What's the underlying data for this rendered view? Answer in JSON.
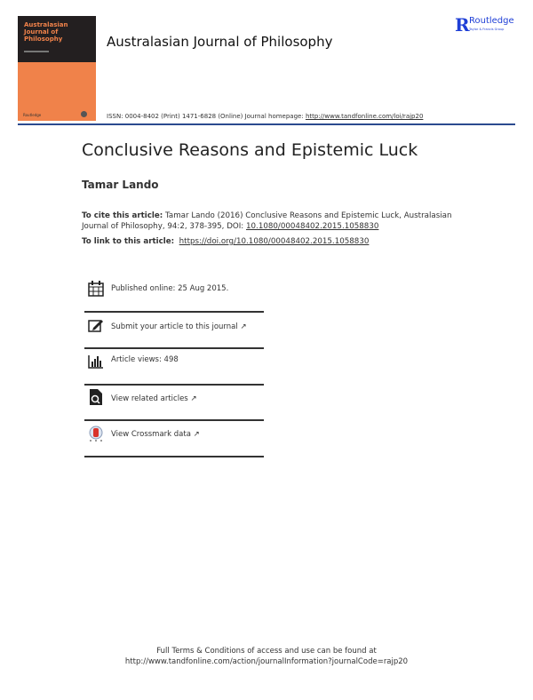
{
  "cover": {
    "title": "Australasian\nJournal of\nPhilosophy",
    "publisher": "Routledge"
  },
  "header": {
    "journal_title": "Australasian Journal of Philosophy",
    "publisher_logo": "Routledge",
    "publisher_tagline": "Taylor & Francis Group",
    "issn_text": "ISSN: 0004-8402 (Print) 1471-6828 (Online) Journal homepage: ",
    "homepage_url": "http://www.tandfonline.com/loi/rajp20",
    "accent": "#2b4a8f"
  },
  "article": {
    "title": "Conclusive Reasons and Epistemic Luck",
    "author": "Tamar Lando",
    "cite_label": "To cite this article:",
    "cite_text_1": "Tamar Lando (2016) Conclusive Reasons and Epistemic Luck, Australasian",
    "cite_text_2": "Journal of Philosophy, 94:2, 378-395, DOI: ",
    "cite_doi": "10.1080/00048402.2015.1058830",
    "link_label": "To link to this article:",
    "link_url": "https://doi.org/10.1080/00048402.2015.1058830"
  },
  "items": [
    {
      "icon": "calendar-icon",
      "label": "Published online: 25 Aug 2015."
    },
    {
      "icon": "edit-icon",
      "label": "Submit your article to this journal",
      "ext": "↗"
    },
    {
      "icon": "bar-chart-icon",
      "label": "Article views: 498"
    },
    {
      "icon": "document-search-icon",
      "label": "View related articles",
      "ext": "↗"
    },
    {
      "icon": "crossmark-icon",
      "label": "View Crossmark data",
      "ext": "↗"
    }
  ],
  "footer": {
    "line1": "Full Terms & Conditions of access and use can be found at",
    "line2": "http://www.tandfonline.com/action/journalInformation?journalCode=rajp20"
  }
}
